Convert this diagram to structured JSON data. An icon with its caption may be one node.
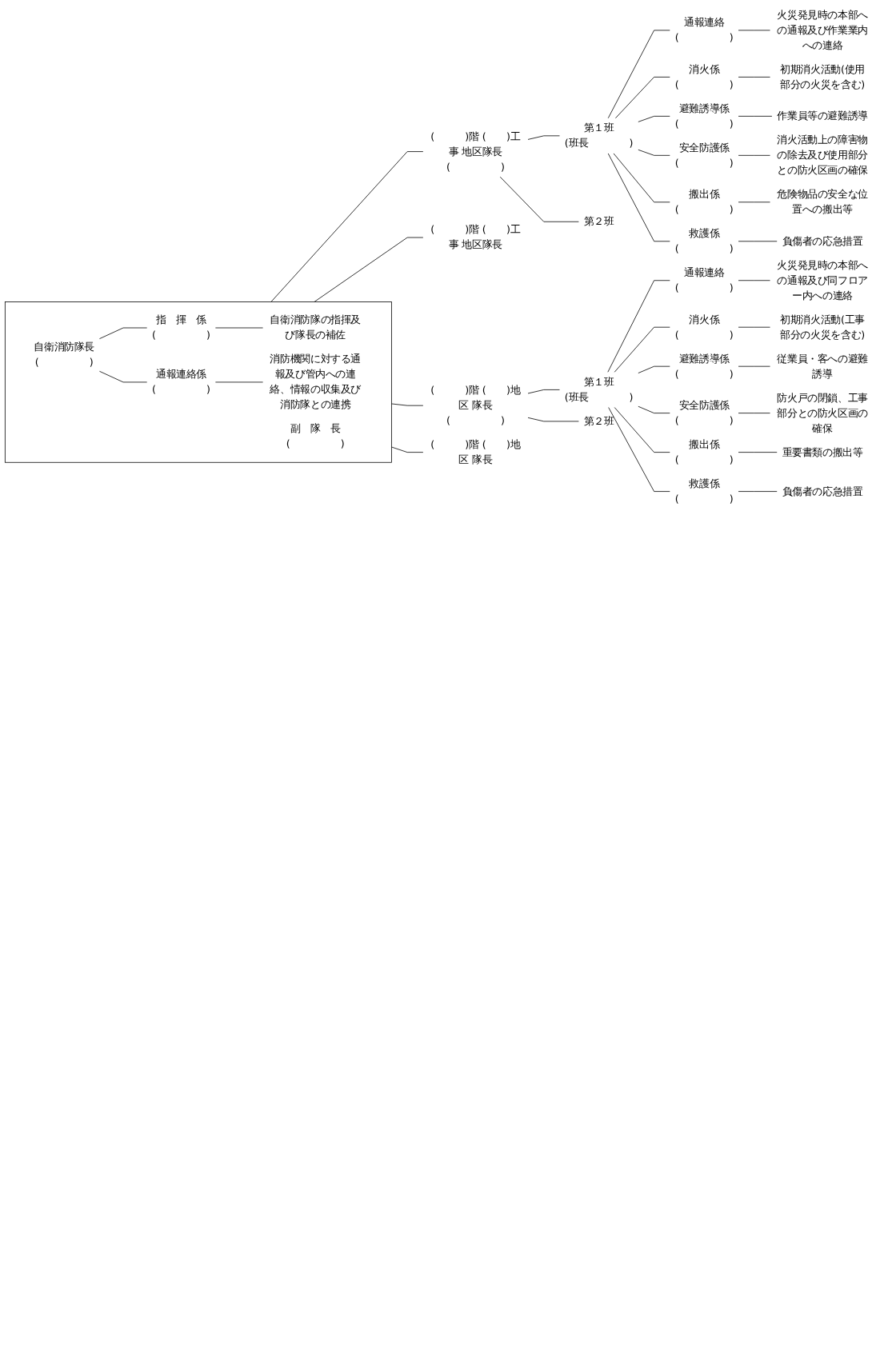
{
  "diagram": {
    "nodes": [
      {
        "text": [],
        "shape": "box"
      },
      {
        "text": [
          "自衛消防隊長",
          "(　　　　　)"
        ],
        "in": 0
      },
      {
        "text": [
          "副　隊　長",
          "(　　　　　)"
        ],
        "in": 0
      },
      {
        "text": [
          "指　揮　係",
          "(　　　　　)"
        ],
        "in": 0
      },
      {
        "text": [
          "通報連絡係",
          "(　　　　　)"
        ],
        "in": 0
      },
      {
        "text": [
          "自衛消防隊の指揮及び隊長の補佐"
        ],
        "in": 0
      },
      {
        "text": [
          "消防機関に対する通報及び管内への連絡、情報の収集及び消防隊との連携"
        ],
        "in": 0
      },
      {
        "text": [
          "(　　　)階 (　　)工事 地区隊長",
          "(　　　　　)"
        ]
      },
      {
        "text": [
          "第１班",
          "(班長　　　　)"
        ]
      },
      {
        "text": [
          "通報連絡",
          "(　　　　　)"
        ]
      },
      {
        "text": [
          "火災発見時の本部への通報及び作業業内への連絡"
        ]
      },
      {
        "text": [
          "消火係",
          "(　　　　　)"
        ]
      },
      {
        "text": [
          "初期消火活動(使用部分の火災を含む)"
        ]
      },
      {
        "text": [
          "避難誘導係",
          "(　　　　　)"
        ]
      },
      {
        "text": [
          "作業員等の避難誘導"
        ]
      },
      {
        "text": [
          "安全防護係",
          "(　　　　　)"
        ]
      },
      {
        "text": [
          "消火活動上の障害物の除去及び使用部分との防火区画の確保"
        ]
      },
      {
        "text": [
          "(　　　)階 (　　)工事 地区隊長"
        ]
      },
      {
        "text": [
          "第２班"
        ]
      },
      {
        "text": [
          "搬出係",
          "(　　　　　)"
        ]
      },
      {
        "text": [
          "危険物品の安全な位置への搬出等"
        ]
      },
      {
        "text": [
          "救護係",
          "(　　　　　)"
        ]
      },
      {
        "text": [
          "負傷者の応急措置"
        ]
      },
      {
        "text": [
          "(　　　)階 (　　)地区 隊長",
          "(　　　　　)"
        ]
      },
      {
        "text": [
          "第１班",
          "(班長　　　　)"
        ]
      },
      {
        "text": [
          "通報連絡",
          "(　　　　　)"
        ]
      },
      {
        "text": [
          "火災発見時の本部への通報及び同フロアー内への連絡"
        ]
      },
      {
        "text": [
          "消火係",
          "(　　　　　)"
        ]
      },
      {
        "text": [
          "初期消火活動(工事部分の火災を含む)"
        ]
      },
      {
        "text": [
          "避難誘導係",
          "(　　　　　)"
        ]
      },
      {
        "text": [
          "従業員・客への避難誘導"
        ]
      },
      {
        "text": [
          "安全防護係",
          "(　　　　　)"
        ]
      },
      {
        "text": [
          "防火戸の閉鎖、工事部分との防火区画の確保"
        ]
      },
      {
        "text": [
          "(　　　)階 (　　)地区 隊長"
        ]
      },
      {
        "text": [
          "第２班"
        ]
      },
      {
        "text": [
          "搬出係",
          "(　　　　　)"
        ]
      },
      {
        "text": [
          "重要書類の搬出等"
        ]
      },
      {
        "text": [
          "救護係",
          "(　　　　　)"
        ]
      },
      {
        "text": [
          "負傷者の応急措置"
        ]
      }
    ],
    "edges": [
      {
        "from": 1,
        "to": 3,
        "arrow": "none"
      },
      {
        "from": 1,
        "to": 4,
        "arrow": "none"
      },
      {
        "from": 3,
        "to": 5,
        "arrow": "none"
      },
      {
        "from": 4,
        "to": 6,
        "arrow": "none"
      },
      {
        "from": 0,
        "to": 7,
        "arrow": "none"
      },
      {
        "from": 0,
        "to": 17,
        "arrow": "none"
      },
      {
        "from": 0,
        "to": 23,
        "arrow": "none"
      },
      {
        "from": 0,
        "to": 33,
        "arrow": "none"
      },
      {
        "from": 7,
        "to": 8,
        "arrow": "none"
      },
      {
        "from": 7,
        "to": 18,
        "arrow": "none"
      },
      {
        "from": 8,
        "to": 9,
        "arrow": "none"
      },
      {
        "from": 8,
        "to": 11,
        "arrow": "none"
      },
      {
        "from": 8,
        "to": 13,
        "arrow": "none"
      },
      {
        "from": 8,
        "to": 15,
        "arrow": "none"
      },
      {
        "from": 8,
        "to": 19,
        "arrow": "none"
      },
      {
        "from": 8,
        "to": 21,
        "arrow": "none"
      },
      {
        "from": 9,
        "to": 10,
        "arrow": "none"
      },
      {
        "from": 11,
        "to": 12,
        "arrow": "none"
      },
      {
        "from": 13,
        "to": 14,
        "arrow": "none"
      },
      {
        "from": 15,
        "to": 16,
        "arrow": "none"
      },
      {
        "from": 19,
        "to": 20,
        "arrow": "none"
      },
      {
        "from": 21,
        "to": 22,
        "arrow": "none"
      },
      {
        "from": 23,
        "to": 24,
        "arrow": "none"
      },
      {
        "from": 23,
        "to": 34,
        "arrow": "none"
      },
      {
        "from": 24,
        "to": 25,
        "arrow": "none"
      },
      {
        "from": 24,
        "to": 27,
        "arrow": "none"
      },
      {
        "from": 24,
        "to": 29,
        "arrow": "none"
      },
      {
        "from": 24,
        "to": 31,
        "arrow": "none"
      },
      {
        "from": 24,
        "to": 35,
        "arrow": "none"
      },
      {
        "from": 24,
        "to": 37,
        "arrow": "none"
      },
      {
        "from": 25,
        "to": 26,
        "arrow": "none"
      },
      {
        "from": 27,
        "to": 28,
        "arrow": "none"
      },
      {
        "from": 29,
        "to": 30,
        "arrow": "none"
      },
      {
        "from": 31,
        "to": 32,
        "arrow": "none"
      },
      {
        "from": 35,
        "to": 36,
        "arrow": "none"
      },
      {
        "from": 37,
        "to": 38,
        "arrow": "none"
      }
    ]
  }
}
